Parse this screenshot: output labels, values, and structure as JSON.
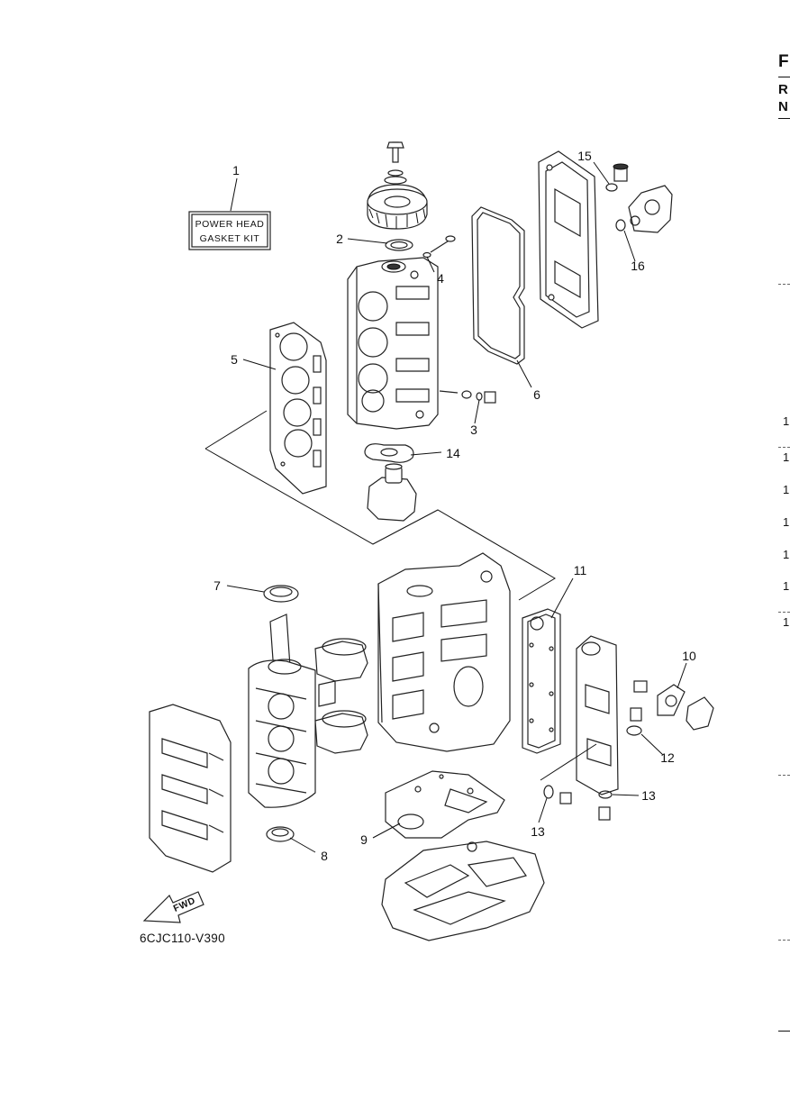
{
  "diagram": {
    "code": "6CJC110-V390",
    "kit_label": {
      "line1": "POWER HEAD",
      "line2": "GASKET KIT"
    },
    "fwd_label": "FWD",
    "callouts": [
      "1",
      "2",
      "3",
      "4",
      "5",
      "6",
      "7",
      "8",
      "9",
      "10",
      "11",
      "12",
      "13",
      "13",
      "14",
      "15",
      "16"
    ]
  },
  "edge": {
    "letters": [
      "F",
      "R",
      "N"
    ],
    "numbers": [
      "1",
      "1",
      "1",
      "1",
      "1",
      "1",
      "1"
    ]
  }
}
